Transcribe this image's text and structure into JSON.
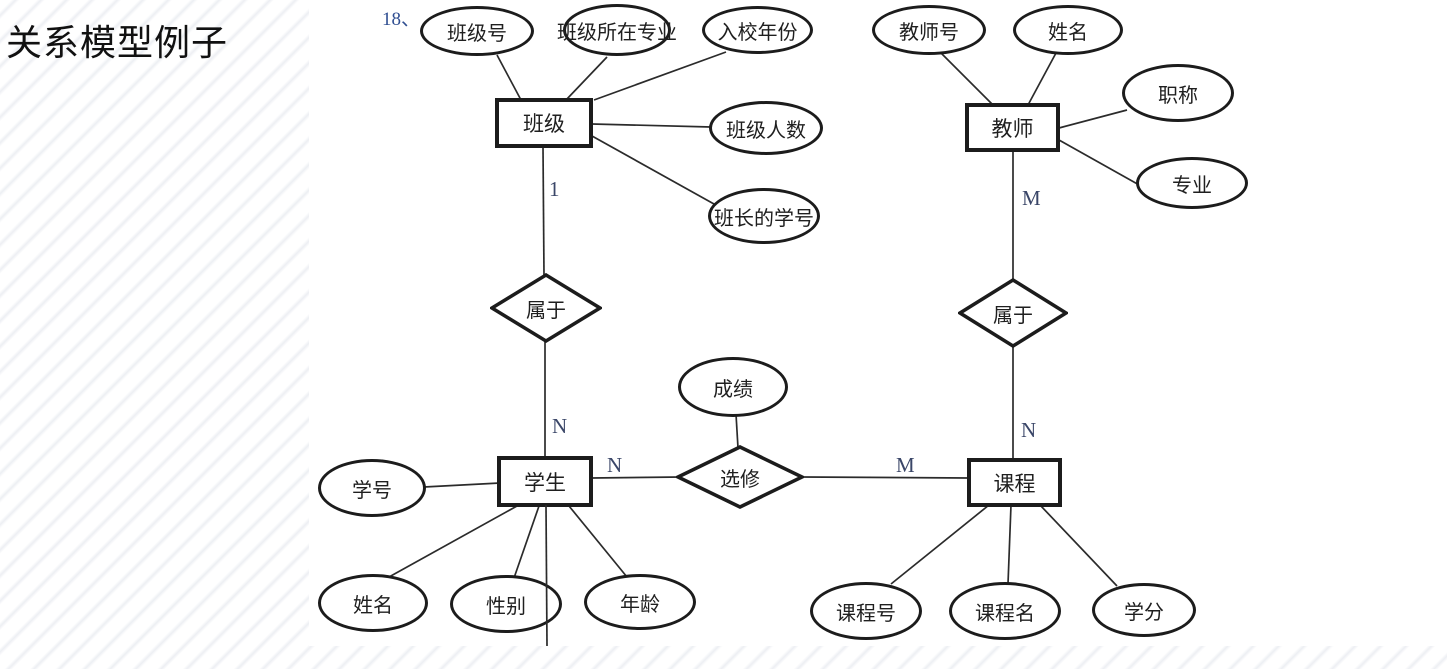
{
  "slide": {
    "title": "关系模型例子",
    "item_number": "18、"
  },
  "colors": {
    "shape_stroke": "#1c1c1c",
    "connector_line": "#2b2b2b",
    "cardinality_text": "#3a4668",
    "item_number_text": "#2f4e91",
    "panel_background": "#ffffff",
    "background_stripe": "#edeff3"
  },
  "diagram": {
    "type": "entity-relationship-diagram",
    "entities": [
      {
        "label": "班级"
      },
      {
        "label": "教师"
      },
      {
        "label": "学生"
      },
      {
        "label": "课程"
      }
    ],
    "relationships": [
      {
        "label": "属于",
        "from": "班级",
        "to": "学生",
        "cardinality": "1:N"
      },
      {
        "label": "属于",
        "from": "教师",
        "to": "课程",
        "cardinality": "M:N"
      },
      {
        "label": "选修",
        "from": "学生",
        "to": "课程",
        "cardinality": "N:M"
      }
    ],
    "attributes": [
      {
        "owner": "班级",
        "label": "班级号"
      },
      {
        "owner": "班级",
        "label": "班级所在专业"
      },
      {
        "owner": "班级",
        "label": "入校年份"
      },
      {
        "owner": "班级",
        "label": "班级人数"
      },
      {
        "owner": "班级",
        "label": "班长的学号"
      },
      {
        "owner": "教师",
        "label": "教师号"
      },
      {
        "owner": "教师",
        "label": "姓名"
      },
      {
        "owner": "教师",
        "label": "职称"
      },
      {
        "owner": "教师",
        "label": "专业"
      },
      {
        "owner": "选修",
        "label": "成绩"
      },
      {
        "owner": "学生",
        "label": "学号"
      },
      {
        "owner": "学生",
        "label": "姓名"
      },
      {
        "owner": "学生",
        "label": "性别"
      },
      {
        "owner": "学生",
        "label": "年龄"
      },
      {
        "owner": "课程",
        "label": "课程号"
      },
      {
        "owner": "课程",
        "label": "课程名"
      },
      {
        "owner": "课程",
        "label": "学分"
      }
    ],
    "cardinality_labels": [
      {
        "label": "1",
        "edge": "班级-属于"
      },
      {
        "label": "N",
        "edge": "属于-学生"
      },
      {
        "label": "M",
        "edge": "教师-属于"
      },
      {
        "label": "N",
        "edge": "属于-课程"
      },
      {
        "label": "N",
        "edge": "学生-选修"
      },
      {
        "label": "M",
        "edge": "选修-课程"
      }
    ]
  }
}
